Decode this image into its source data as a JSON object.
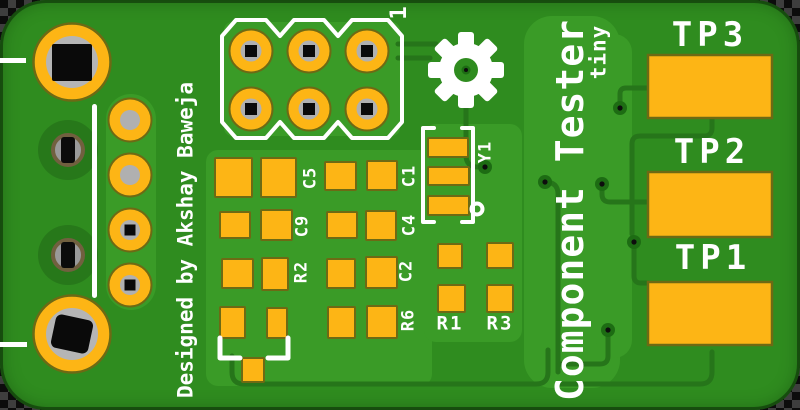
{
  "board": {
    "title": "Component Tester",
    "subtitle": "tiny",
    "credit": "Designed by Akshay Baweja",
    "pin1_marker": "1"
  },
  "test_points": {
    "tp1": "TP1",
    "tp2": "TP2",
    "tp3": "TP3"
  },
  "refs": {
    "c1": "C1",
    "c2": "C2",
    "c4": "C4",
    "c5": "C5",
    "c9": "C9",
    "r1": "R1",
    "r2": "R2",
    "r3": "R3",
    "r6": "R6",
    "y1": "Y1"
  },
  "colors": {
    "board_green": "#2f8c1f",
    "copper_pour_green": "#3a9b27",
    "trace_green": "#26751a",
    "pad_yellow": "#fdb515",
    "pad_border_olive": "#6d6a14",
    "silkscreen_white": "#ffffff"
  }
}
